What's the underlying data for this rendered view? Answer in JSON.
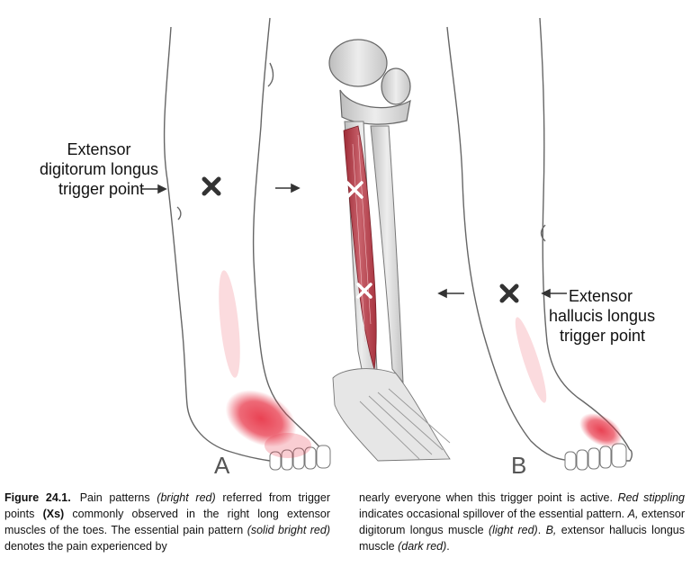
{
  "labels": {
    "edl": [
      "Extensor",
      "digitorum  longus",
      "trigger  point"
    ],
    "ehl": [
      "Extensor",
      "hallucis  longus",
      "trigger  point"
    ],
    "panel_a": "A",
    "panel_b": "B"
  },
  "caption": {
    "figure_number": "Figure 24.1.",
    "col1": [
      {
        "t": "Pain patterns ",
        "s": ""
      },
      {
        "t": "(bright red)",
        "s": "i"
      },
      {
        "t": " referred from trigger points ",
        "s": ""
      },
      {
        "t": "(Xs)",
        "s": "b"
      },
      {
        "t": " commonly observed in the right long extensor muscles of the toes. The essential pain pattern ",
        "s": ""
      },
      {
        "t": "(solid bright red)",
        "s": "i"
      },
      {
        "t": " denotes the pain experienced by",
        "s": ""
      }
    ],
    "col2": [
      {
        "t": "nearly everyone when this trigger point is active. ",
        "s": ""
      },
      {
        "t": "Red stippling",
        "s": "i"
      },
      {
        "t": " indicates occasional spillover of the essential pattern. ",
        "s": ""
      },
      {
        "t": "A,",
        "s": "i"
      },
      {
        "t": " extensor digitorum longus muscle ",
        "s": ""
      },
      {
        "t": "(light red)",
        "s": "i"
      },
      {
        "t": ". ",
        "s": ""
      },
      {
        "t": "B,",
        "s": "i"
      },
      {
        "t": " extensor hallucis longus muscle ",
        "s": ""
      },
      {
        "t": "(dark red)",
        "s": "i"
      },
      {
        "t": ".",
        "s": ""
      }
    ]
  },
  "colors": {
    "pain": "#e8384a",
    "muscle_light": "#c8616b",
    "muscle_dark": "#9e2b36",
    "bone": "#d8d8d8",
    "outline": "#555555"
  }
}
